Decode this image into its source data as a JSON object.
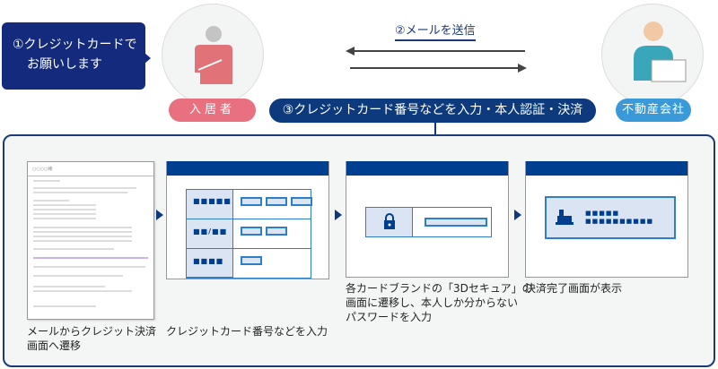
{
  "step1": {
    "text_line1": "①クレジットカードで",
    "text_line2": "お願いします"
  },
  "tenant": {
    "label": "入居者",
    "color": "#e9707f"
  },
  "agency": {
    "label": "不動産会社",
    "color": "#3a9ad9"
  },
  "step2": {
    "label": "②メールを送信"
  },
  "step3": {
    "label": "③クレジットカード番号などを入力・本人認証・決済"
  },
  "flow": [
    {
      "caption_line1": "メールからクレジット決済",
      "caption_line2": "画面へ遷移",
      "email_title": "○○○○様"
    },
    {
      "caption_line1": "クレジットカード番号などを入力",
      "rows": [
        "■■■■■",
        "■■/■■",
        "■■■■"
      ]
    },
    {
      "caption_line1": "各カードブランドの「3Dセキュア」の",
      "caption_line2": "画面に遷移し、本人しか分からない",
      "caption_line3": "パスワードを入力"
    },
    {
      "caption_line1": "決済完了画面が表示",
      "dots1": "■■■■■",
      "dots2": "■■■■■■■■■■"
    }
  ],
  "colors": {
    "navy": "#0d3a7d",
    "screen_header": "#003e8f",
    "accent_blue": "#2d80c8"
  }
}
